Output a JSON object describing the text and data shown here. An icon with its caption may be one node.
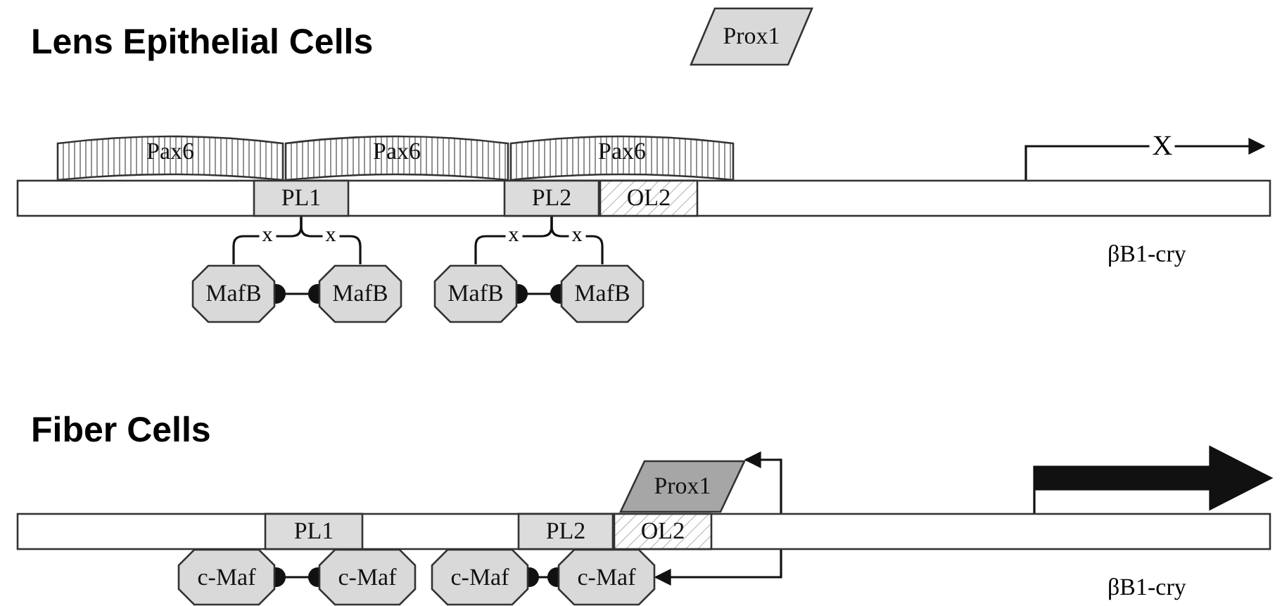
{
  "diagram": {
    "nodes": [
      {
        "text": [
          "Prox1"
        ]
      },
      {
        "text": [
          "Pax6"
        ]
      },
      {
        "text": [
          "Pax6"
        ]
      },
      {
        "text": [
          "Pax6"
        ]
      },
      {
        "text": [],
        "shape": "bar"
      },
      {
        "text": [
          "PL1"
        ],
        "in": 4
      },
      {
        "text": [
          "PL2"
        ],
        "in": 4
      },
      {
        "text": [
          "OL2"
        ],
        "in": 4
      },
      {
        "text": [
          "MafB"
        ]
      },
      {
        "text": [
          "MafB"
        ]
      },
      {
        "text": [
          "MafB"
        ]
      },
      {
        "text": [
          "MafB"
        ]
      },
      {
        "text": [
          "Prox1"
        ]
      },
      {
        "text": [],
        "shape": "bar"
      },
      {
        "text": [
          "PL1"
        ],
        "in": 13
      },
      {
        "text": [
          "PL2"
        ],
        "in": 13
      },
      {
        "text": [
          "OL2"
        ],
        "in": 13
      },
      {
        "text": [
          "c-Maf"
        ]
      },
      {
        "text": [
          "c-Maf"
        ]
      },
      {
        "text": [
          "c-Maf"
        ]
      },
      {
        "text": [
          "c-Maf"
        ]
      }
    ],
    "edges": [
      {
        "from": 5,
        "to": 8,
        "arrow": "none",
        "label": "x"
      },
      {
        "from": 5,
        "to": 9,
        "arrow": "none",
        "label": "x"
      },
      {
        "from": 6,
        "to": 10,
        "arrow": "none",
        "label": "x"
      },
      {
        "from": 6,
        "to": 11,
        "arrow": "none",
        "label": "x"
      },
      {
        "from": 8,
        "to": 9,
        "arrow": "other"
      },
      {
        "from": 10,
        "to": 11,
        "arrow": "other"
      },
      {
        "from": 4,
        "to": null,
        "arrow": "to",
        "label": "X"
      },
      {
        "from": 17,
        "to": 18,
        "arrow": "other"
      },
      {
        "from": 19,
        "to": 20,
        "arrow": "other"
      },
      {
        "from": 12,
        "to": 20,
        "arrow": "both"
      },
      {
        "from": 13,
        "to": null,
        "arrow": "to",
        "style": "thick"
      }
    ],
    "labels": [
      "Lens Epithelial Cells",
      "βB1-cry",
      "Fiber Cells",
      "βB1-cry"
    ]
  }
}
